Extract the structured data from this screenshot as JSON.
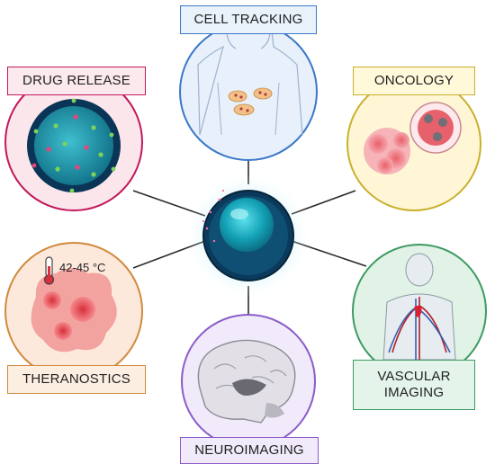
{
  "labels": {
    "cell_tracking": "CELL TRACKING",
    "drug_release": "DRUG RELEASE",
    "oncology": "ONCOLOGY",
    "theranostics": "THERANOSTICS",
    "vascular_imaging_line1": "VASCULAR",
    "vascular_imaging_line2": "IMAGING",
    "neuroimaging": "NEUROIMAGING"
  },
  "temperature_text": "42-45 °C",
  "colors": {
    "cell_tracking": "#3b78c7",
    "drug_release": "#c2185b",
    "oncology": "#c9b02d",
    "theranostics": "#d08a3e",
    "vascular_imaging": "#3d9a62",
    "neuroimaging": "#8a5cc8",
    "nanoparticle_core": "#1ba3b8",
    "nanoparticle_shell": "#0a3a5c"
  }
}
